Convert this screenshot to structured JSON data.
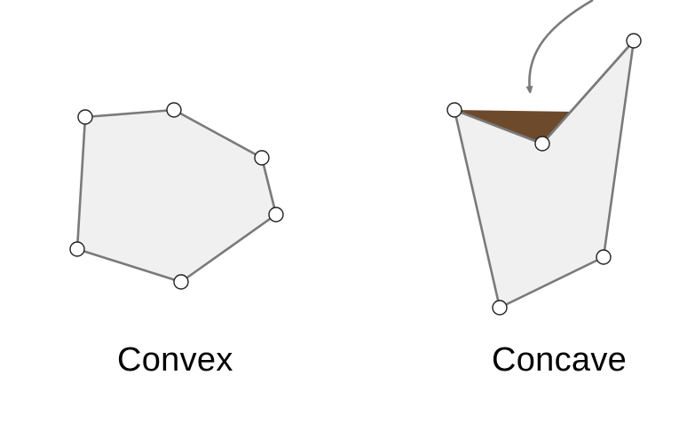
{
  "labels": {
    "convex": "Convex",
    "concave": "Concave"
  },
  "colors": {
    "polygon_fill": "#f0f0f0",
    "polygon_stroke": "#7a7a7a",
    "concave_notch_fill": "#6e4a2c",
    "arrow_stroke": "#7a7a7a",
    "vertex_fill": "#ffffff",
    "vertex_stroke": "#222222"
  },
  "shapes": {
    "convex": {
      "vertex_count": 6
    },
    "concave": {
      "vertex_count": 5,
      "reflex_vertex_highlighted": true
    }
  }
}
